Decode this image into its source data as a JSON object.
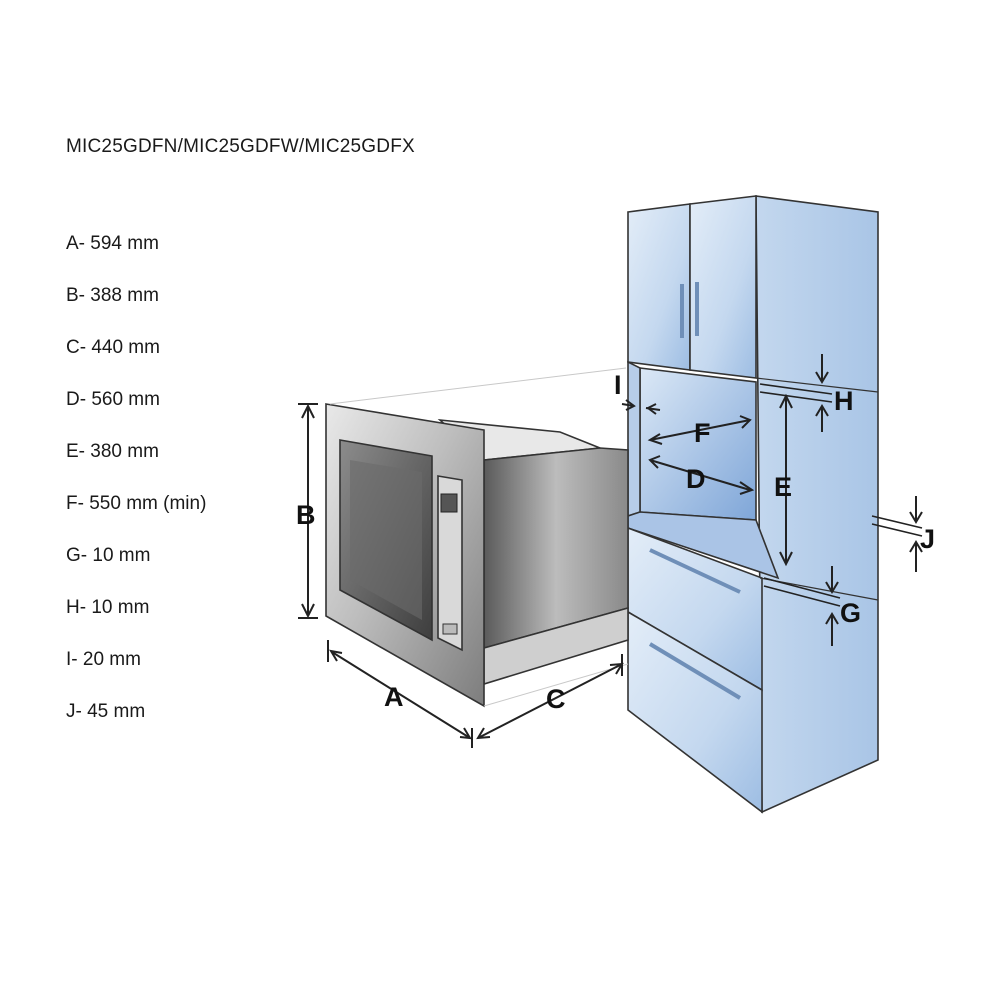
{
  "model": "MIC25GDFN/MIC25GDFW/MIC25GDFX",
  "dimensions": [
    {
      "text": "A- 594 mm"
    },
    {
      "text": "B- 388 mm"
    },
    {
      "text": "C- 440 mm"
    },
    {
      "text": "D- 560 mm"
    },
    {
      "text": "E- 380 mm"
    },
    {
      "text": "F- 550 mm (min)"
    },
    {
      "text": "G- 10 mm"
    },
    {
      "text": "H- 10 mm"
    },
    {
      "text": "I- 20 mm"
    },
    {
      "text": "J- 45 mm"
    }
  ],
  "labels": {
    "a": "A",
    "b": "B",
    "c": "C",
    "d": "D",
    "e": "E",
    "f": "F",
    "g": "G",
    "h": "H",
    "i": "I",
    "j": "J"
  },
  "colors": {
    "cabinet_blue": "#c9dcf0",
    "cabinet_blue_dark": "#8fb1dc",
    "oven_steel": "#9a9a9a",
    "outline": "#333333"
  }
}
